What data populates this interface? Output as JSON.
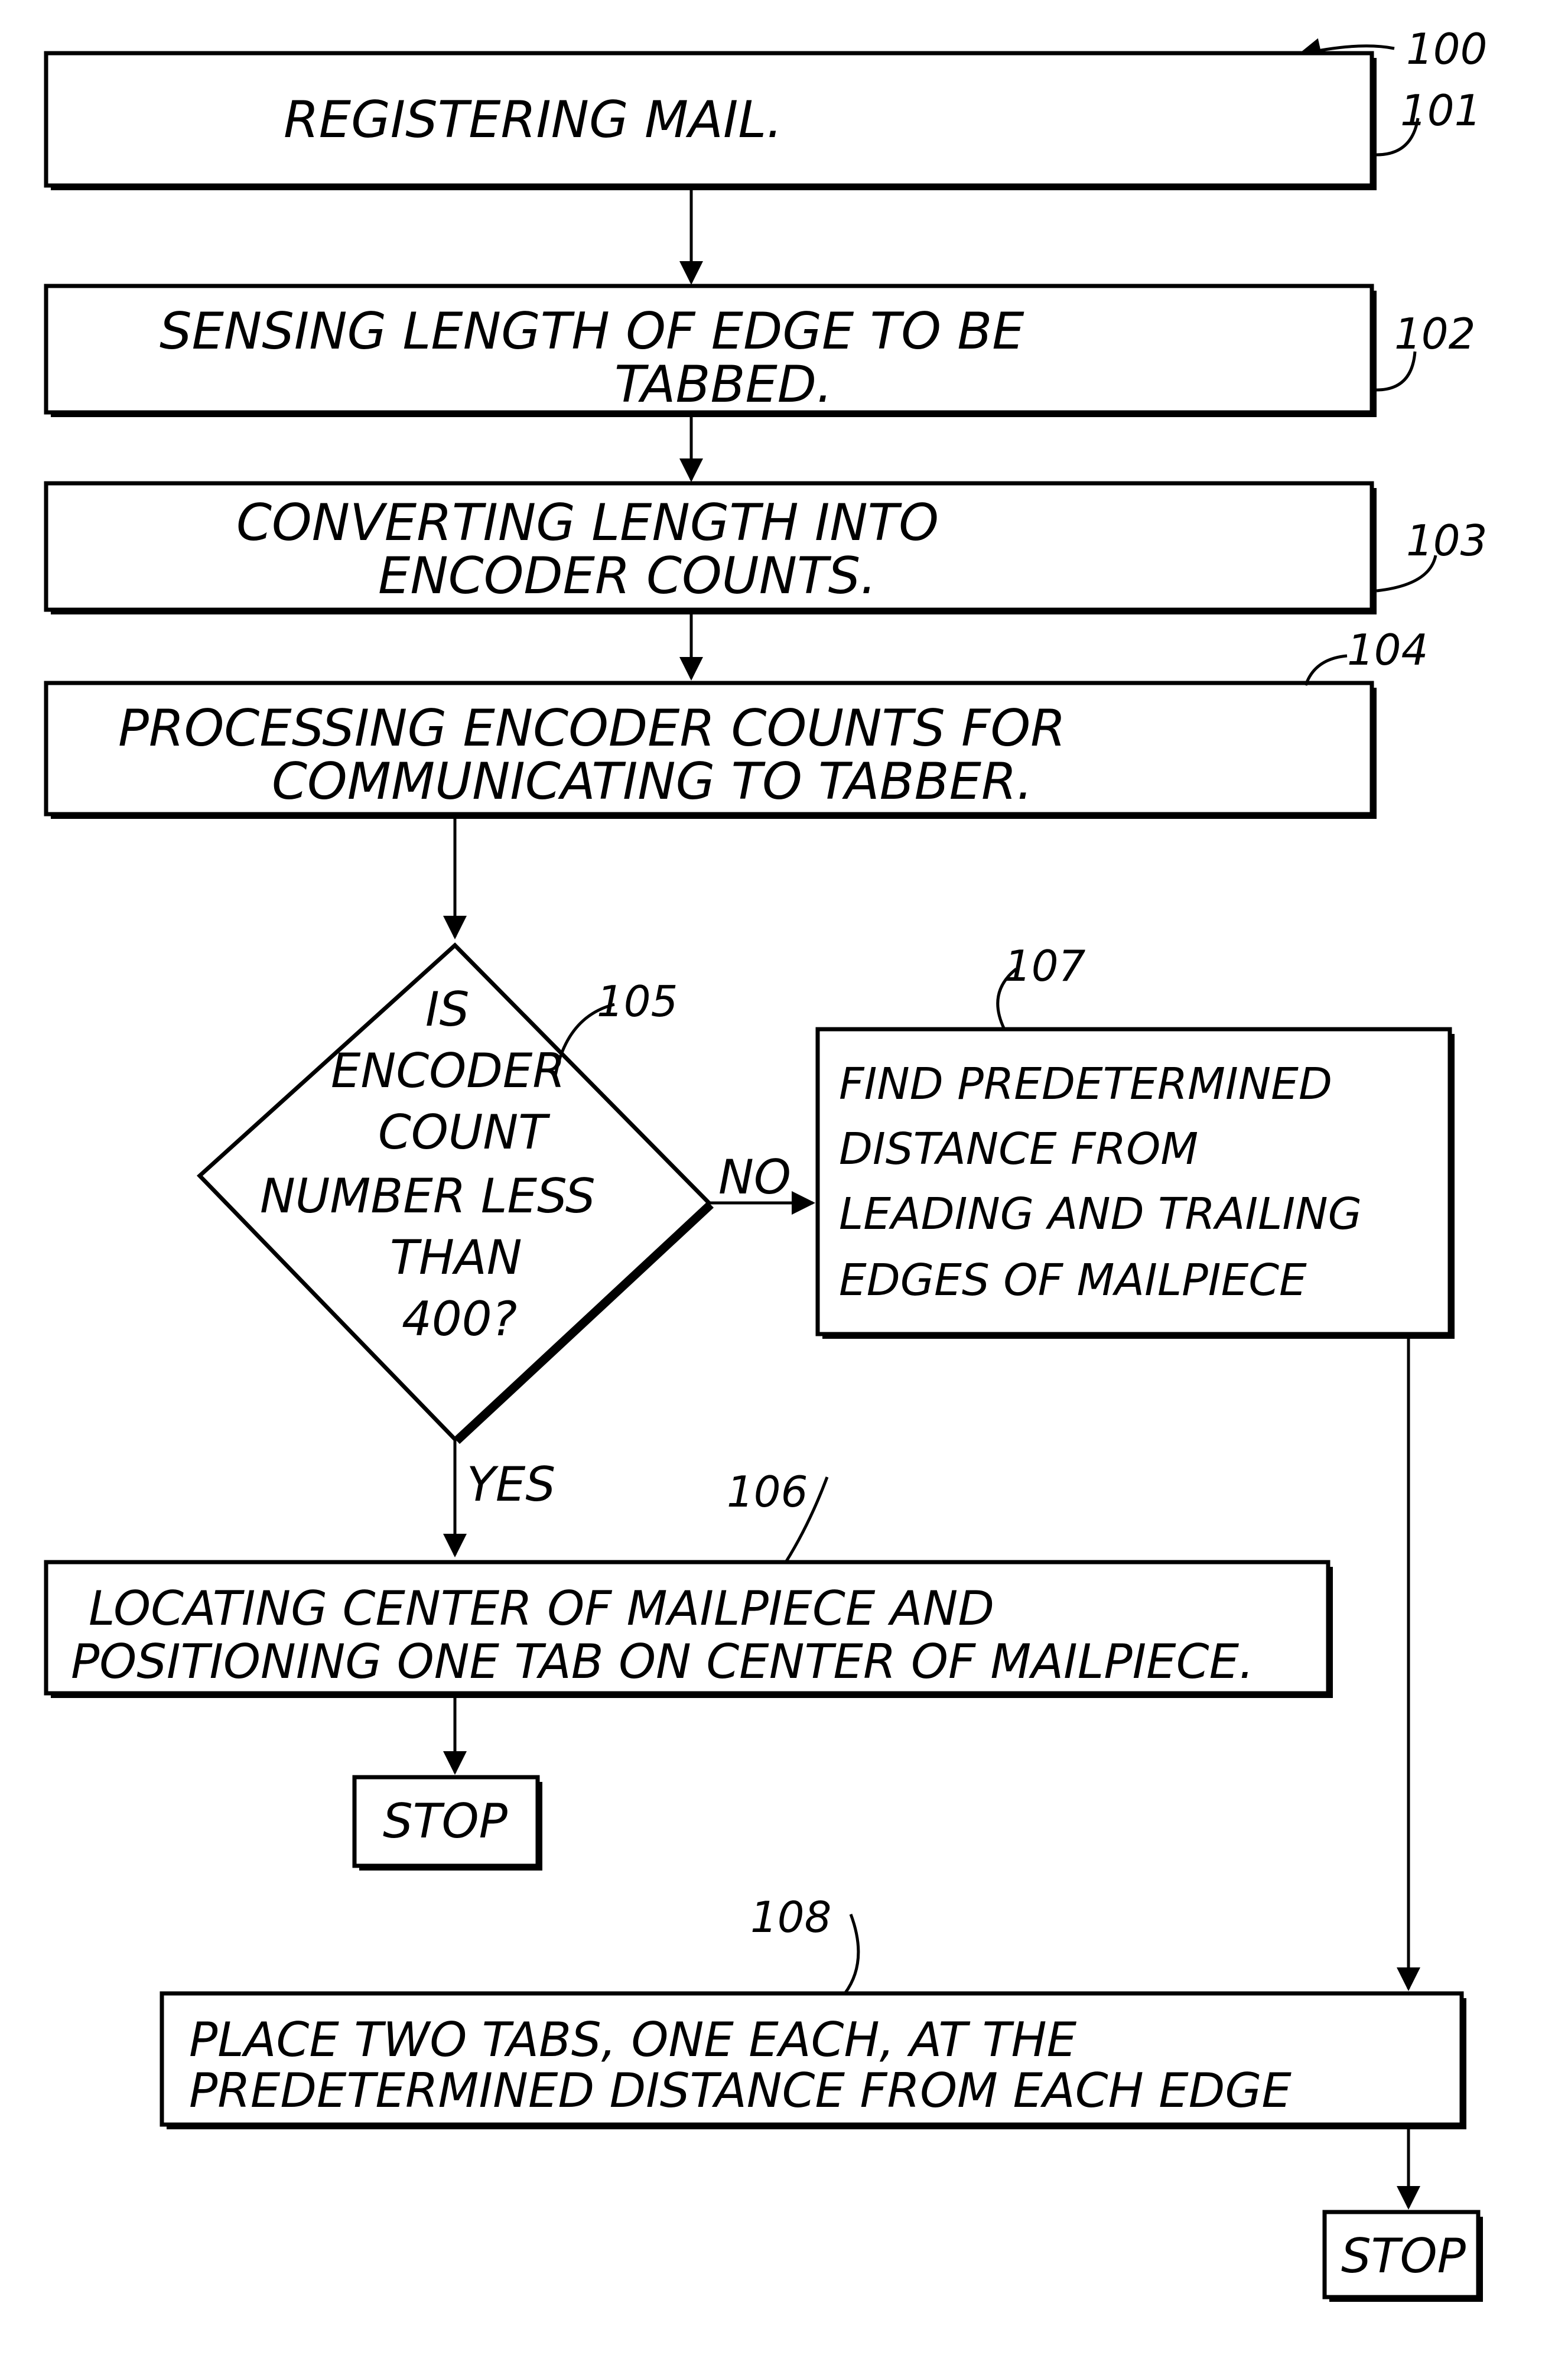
{
  "figure_number": "100",
  "steps": {
    "s101": {
      "ref": "101",
      "lines": [
        "REGISTERING  MAIL."
      ]
    },
    "s102": {
      "ref": "102",
      "lines": [
        "SENSING LENGTH OF EDGE TO BE",
        "TABBED."
      ]
    },
    "s103": {
      "ref": "103",
      "lines": [
        "CONVERTING LENGTH INTO",
        "ENCODER  COUNTS."
      ]
    },
    "s104": {
      "ref": "104",
      "lines": [
        "PROCESSING ENCODER COUNTS FOR",
        "COMMUNICATING TO TABBER."
      ]
    },
    "s105": {
      "ref": "105",
      "lines": [
        "IS",
        "ENCODER",
        "COUNT",
        "NUMBER LESS",
        "THAN",
        "400?"
      ]
    },
    "s106": {
      "ref": "106",
      "lines": [
        "LOCATING CENTER OF MAILPIECE AND",
        "POSITIONING ONE TAB ON CENTER OF MAILPIECE."
      ]
    },
    "s107": {
      "ref": "107",
      "lines": [
        "FIND PREDETERMINED",
        "DISTANCE FROM",
        "LEADING AND TRAILING",
        "EDGES OF MAILPIECE"
      ]
    },
    "s108": {
      "ref": "108",
      "lines": [
        "PLACE TWO TABS, ONE EACH, AT THE",
        "PREDETERMINED DISTANCE FROM EACH EDGE"
      ]
    }
  },
  "branches": {
    "yes": "YES",
    "no": "NO"
  },
  "stop_label": "STOP"
}
